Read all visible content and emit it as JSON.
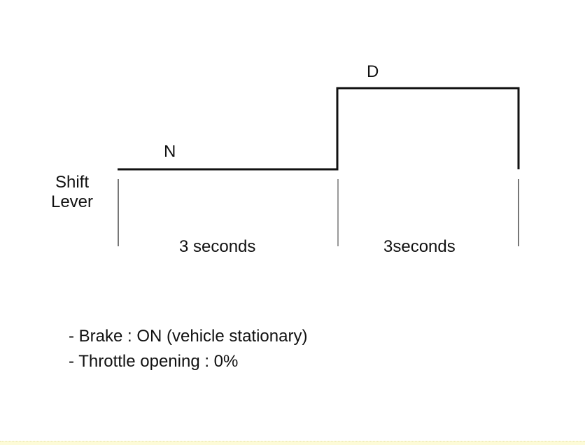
{
  "diagram": {
    "axis_label_lines": [
      "Shift",
      "Lever"
    ],
    "states": [
      {
        "label": "N",
        "duration": "3 seconds"
      },
      {
        "label": "D",
        "duration": "3seconds"
      }
    ],
    "conditions": [
      "- Brake : ON (vehicle stationary)",
      "- Throttle opening : 0%"
    ],
    "colors": {
      "signal": "#111111",
      "tick": "#777777",
      "text": "#111111",
      "bottom_strip": "#fdfbd8"
    }
  }
}
